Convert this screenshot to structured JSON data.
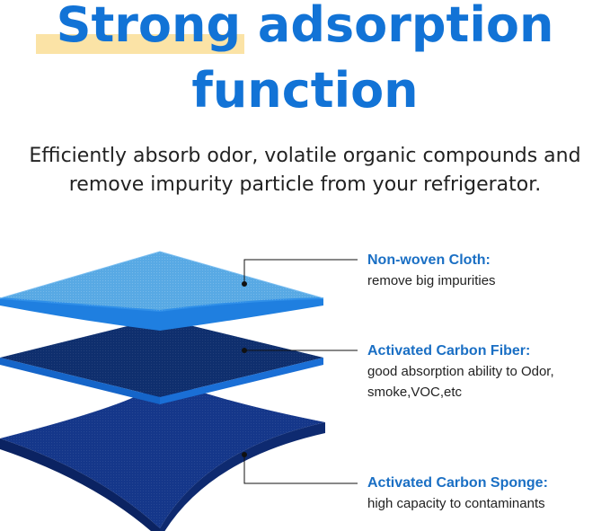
{
  "header": {
    "title_line1": "Strong adsorption",
    "title_line2": "function",
    "subtitle_line1": "Efficiently absorb odor, volatile organic compounds and",
    "subtitle_line2": "remove impurity particle from your refrigerator."
  },
  "layers": [
    {
      "name": "Non-woven Cloth:",
      "desc_line1": "remove big impurities",
      "desc_line2": ""
    },
    {
      "name": "Activated Carbon Fiber:",
      "desc_line1": "good absorption ability to Odor,",
      "desc_line2": "smoke,VOC,etc"
    },
    {
      "name": "Activated Carbon Sponge:",
      "desc_line1": "high capacity to contaminants",
      "desc_line2": ""
    }
  ],
  "colors": {
    "title": "#1273d6",
    "highlight": "#fbe3a6",
    "label": "#1a6fc4",
    "cloth": "#58a9e4",
    "fiber": "#0f2f6e",
    "sponge": "#15378a"
  }
}
